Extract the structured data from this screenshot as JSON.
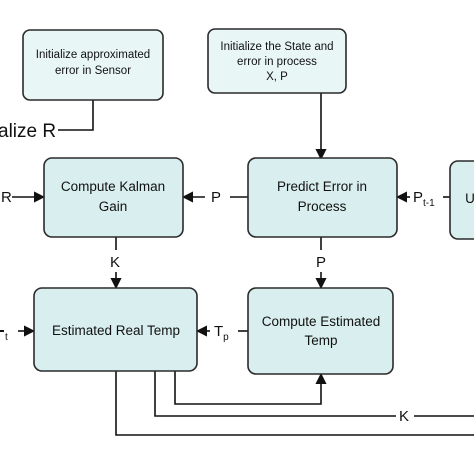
{
  "nodes": {
    "init_sensor": [
      "Initialize approximated",
      "error in Sensor"
    ],
    "init_state": [
      "Initialize the State and",
      "error in process",
      "X, P"
    ],
    "kalman_gain": [
      "Compute Kalman",
      "Gain"
    ],
    "predict_error": [
      "Predict Error in",
      "Process"
    ],
    "estimated_real": [
      "Estimated Real Temp"
    ],
    "compute_estimated": [
      "Compute Estimated",
      "Temp"
    ],
    "update_partial": [
      "U"
    ]
  },
  "labels": {
    "initialize_r": "alize R",
    "r_input": "R",
    "p_to_gain": "P",
    "p_prev_main": "P",
    "p_prev_sub": "t-1",
    "k_down": "K",
    "p_down": "P",
    "z_sub": "t",
    "tp_main": "T",
    "tp_sub": "p",
    "k_bottom": "K"
  }
}
